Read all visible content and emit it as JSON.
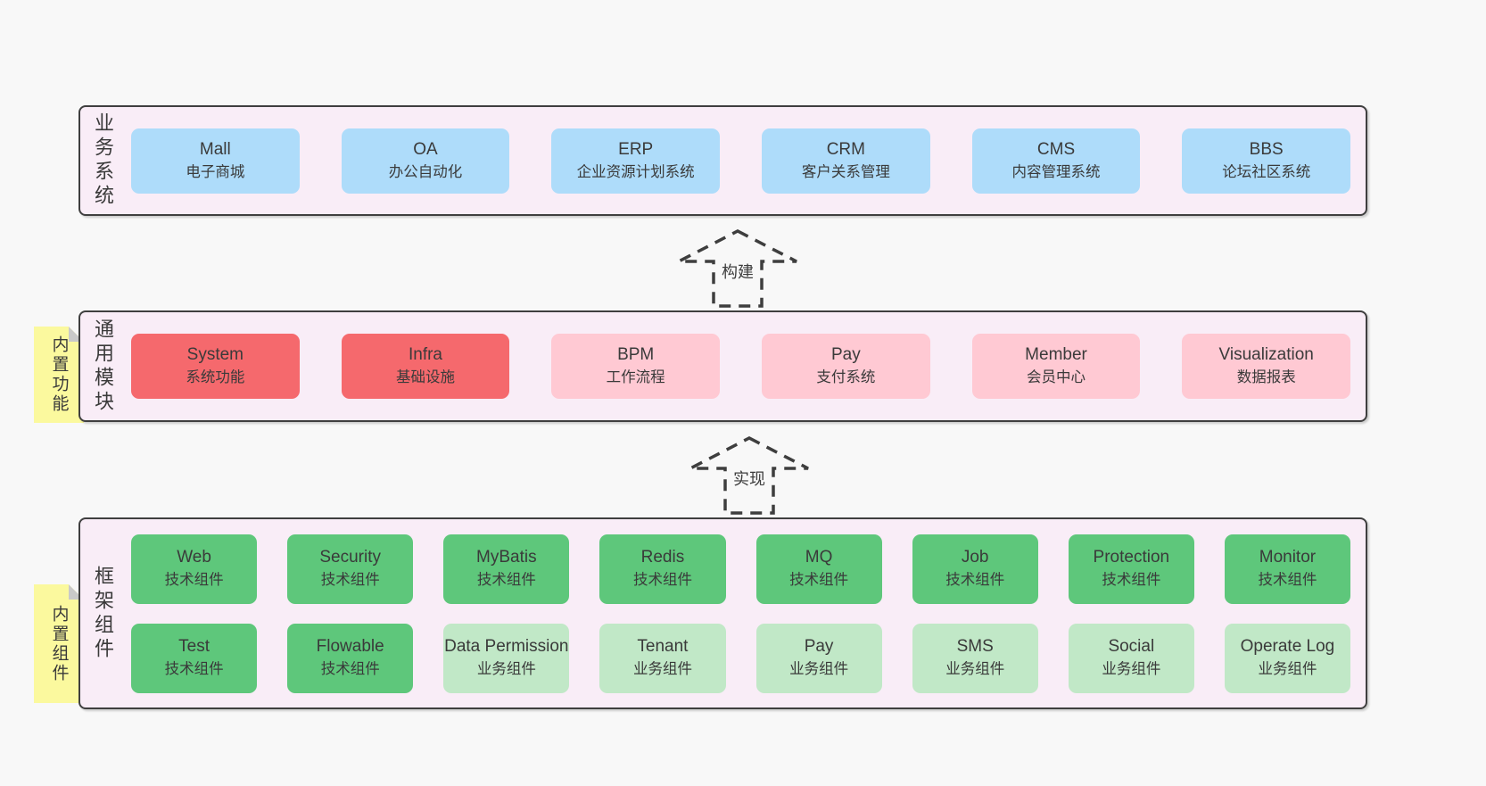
{
  "colors": {
    "page_bg": "#f8f8f8",
    "panel_bg": "#f9edf7",
    "panel_border": "#3f3f3f",
    "blue_box": "#aedcfa",
    "red_box": "#f5696d",
    "pink_box": "#ffc9d3",
    "green_dark_box": "#5ec77b",
    "green_light_box": "#c1e8c7",
    "sticky_bg": "#fbf99e",
    "sticky_fold": "#c9c9c9",
    "text": "#3a3a3a"
  },
  "arrows": [
    {
      "label": "构建"
    },
    {
      "label": "实现"
    }
  ],
  "sections": {
    "business": {
      "label": "业务系统",
      "items": [
        {
          "name": "Mall",
          "desc": "电子商城"
        },
        {
          "name": "OA",
          "desc": "办公自动化"
        },
        {
          "name": "ERP",
          "desc": "企业资源计划系统"
        },
        {
          "name": "CRM",
          "desc": "客户关系管理"
        },
        {
          "name": "CMS",
          "desc": "内容管理系统"
        },
        {
          "name": "BBS",
          "desc": "论坛社区系统"
        }
      ]
    },
    "modules": {
      "label": "通用模块",
      "sticky": "内置功能",
      "items": [
        {
          "name": "System",
          "desc": "系统功能"
        },
        {
          "name": "Infra",
          "desc": "基础设施"
        },
        {
          "name": "BPM",
          "desc": "工作流程"
        },
        {
          "name": "Pay",
          "desc": "支付系统"
        },
        {
          "name": "Member",
          "desc": "会员中心"
        },
        {
          "name": "Visualization",
          "desc": "数据报表"
        }
      ]
    },
    "components": {
      "label": "框架组件",
      "sticky": "内置组件",
      "row1": [
        {
          "name": "Web",
          "desc": "技术组件"
        },
        {
          "name": "Security",
          "desc": "技术组件"
        },
        {
          "name": "MyBatis",
          "desc": "技术组件"
        },
        {
          "name": "Redis",
          "desc": "技术组件"
        },
        {
          "name": "MQ",
          "desc": "技术组件"
        },
        {
          "name": "Job",
          "desc": "技术组件"
        },
        {
          "name": "Protection",
          "desc": "技术组件"
        },
        {
          "name": "Monitor",
          "desc": "技术组件"
        }
      ],
      "row2": [
        {
          "name": "Test",
          "desc": "技术组件"
        },
        {
          "name": "Flowable",
          "desc": "技术组件"
        },
        {
          "name": "Data Permission",
          "desc": "业务组件"
        },
        {
          "name": "Tenant",
          "desc": "业务组件"
        },
        {
          "name": "Pay",
          "desc": "业务组件"
        },
        {
          "name": "SMS",
          "desc": "业务组件"
        },
        {
          "name": "Social",
          "desc": "业务组件"
        },
        {
          "name": "Operate Log",
          "desc": "业务组件"
        }
      ]
    }
  }
}
